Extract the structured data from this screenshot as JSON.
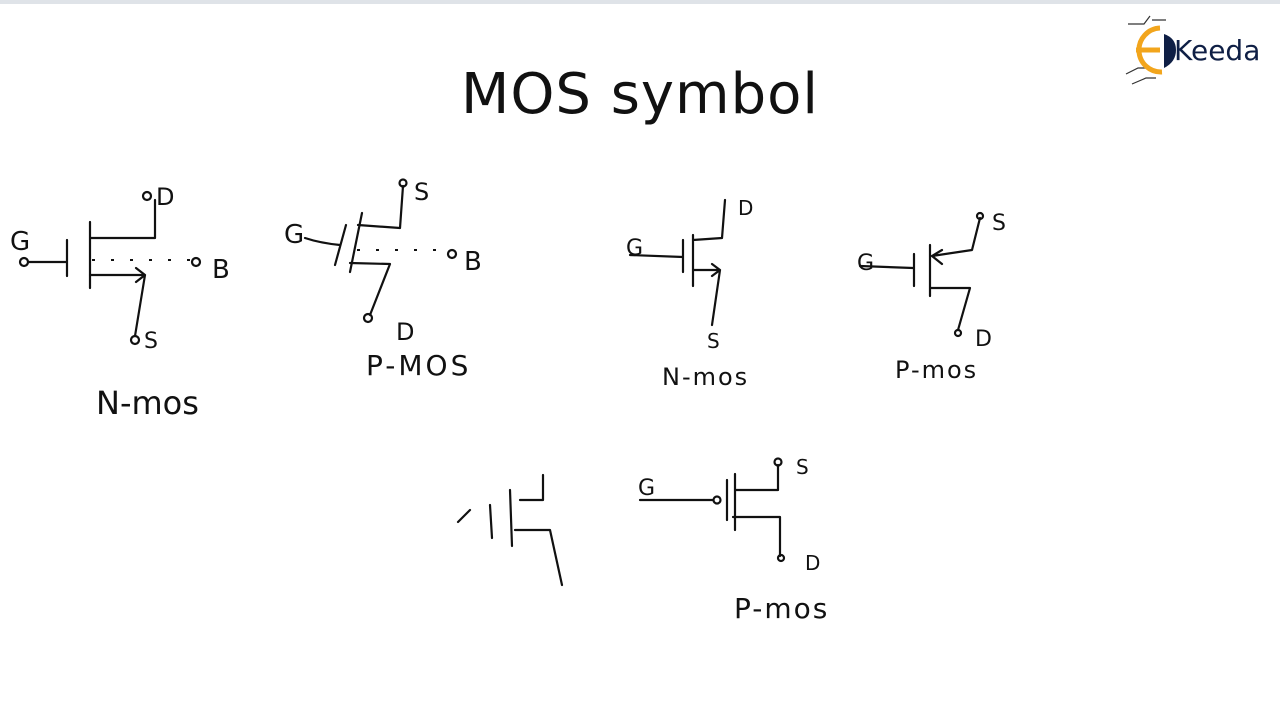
{
  "slide": {
    "title": "MOS symbol",
    "logo_text": "Keeda",
    "logo_colors": {
      "accent": "#f2a51c",
      "dark": "#0f1f45"
    }
  },
  "diagrams": [
    {
      "caption": "N-mos",
      "gate": "G",
      "drain": "D",
      "source": "S",
      "body": "B"
    },
    {
      "caption": "P-MOS",
      "gate": "G",
      "drain": "D",
      "source": "S",
      "body": "B"
    },
    {
      "caption": "N-mos",
      "gate": "G",
      "drain": "D",
      "source": "S"
    },
    {
      "caption": "P-mos",
      "gate": "G",
      "drain": "D",
      "source": "S"
    },
    {
      "caption": "P-mos",
      "gate": "G",
      "drain": "D",
      "source": "S"
    }
  ]
}
